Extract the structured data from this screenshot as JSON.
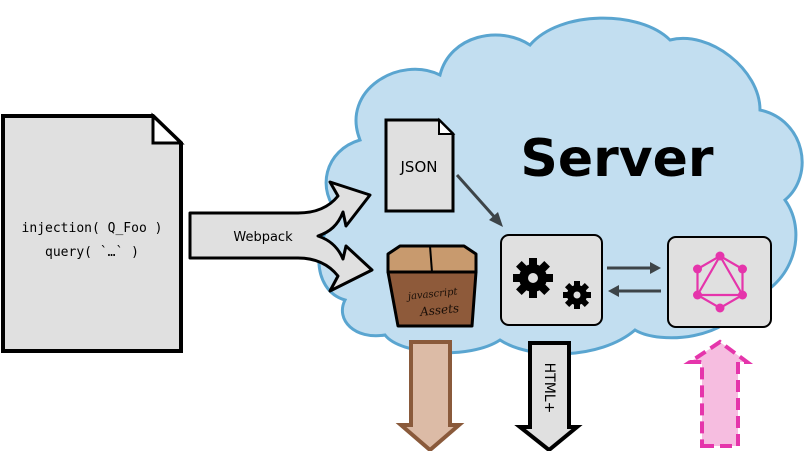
{
  "source_file": {
    "line1": "injection( Q_Foo )",
    "line2": "query( `…` )"
  },
  "webpack_label": "Webpack",
  "json_label": "JSON",
  "assets_label_line1": "javascript",
  "assets_label_line2": "Assets",
  "server_label": "Server",
  "html_arrow_label": "HTML+",
  "icons": {
    "document": "document-icon",
    "box": "cardboard-box-icon",
    "gears": "gears-icon",
    "graphql": "graphql-icon"
  },
  "colors": {
    "cloud_fill": "#c2def0",
    "cloud_stroke": "#5aa5d0",
    "doc_fill": "#e0e0e0",
    "box_top": "#c89a6e",
    "box_front": "#8e5a3a",
    "brown_arrow_fill": "#dcbba6",
    "brown_arrow_stroke": "#8a5a3b",
    "graphql_pink": "#e535ab",
    "pink_arrow_fill": "#f6bde0"
  }
}
